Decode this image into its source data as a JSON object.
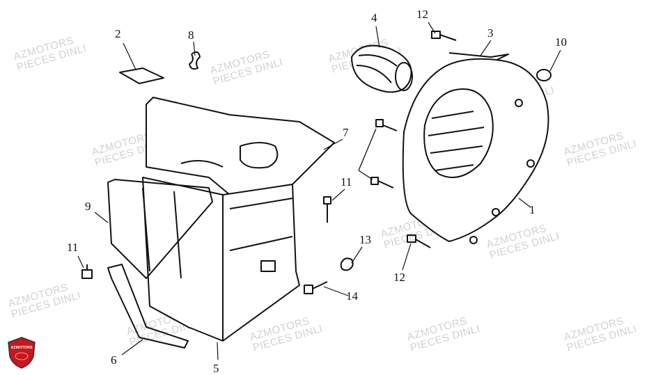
{
  "watermark": {
    "line1": "AZMOTORS",
    "line2": "PIECES DINLI"
  },
  "logo": {
    "text": "AZMOTORS",
    "color": "#c8161d"
  },
  "callouts": [
    "2",
    "8",
    "4",
    "12",
    "3",
    "10",
    "7",
    "11",
    "9",
    "1",
    "11",
    "13",
    "12",
    "14",
    "6",
    "5"
  ]
}
